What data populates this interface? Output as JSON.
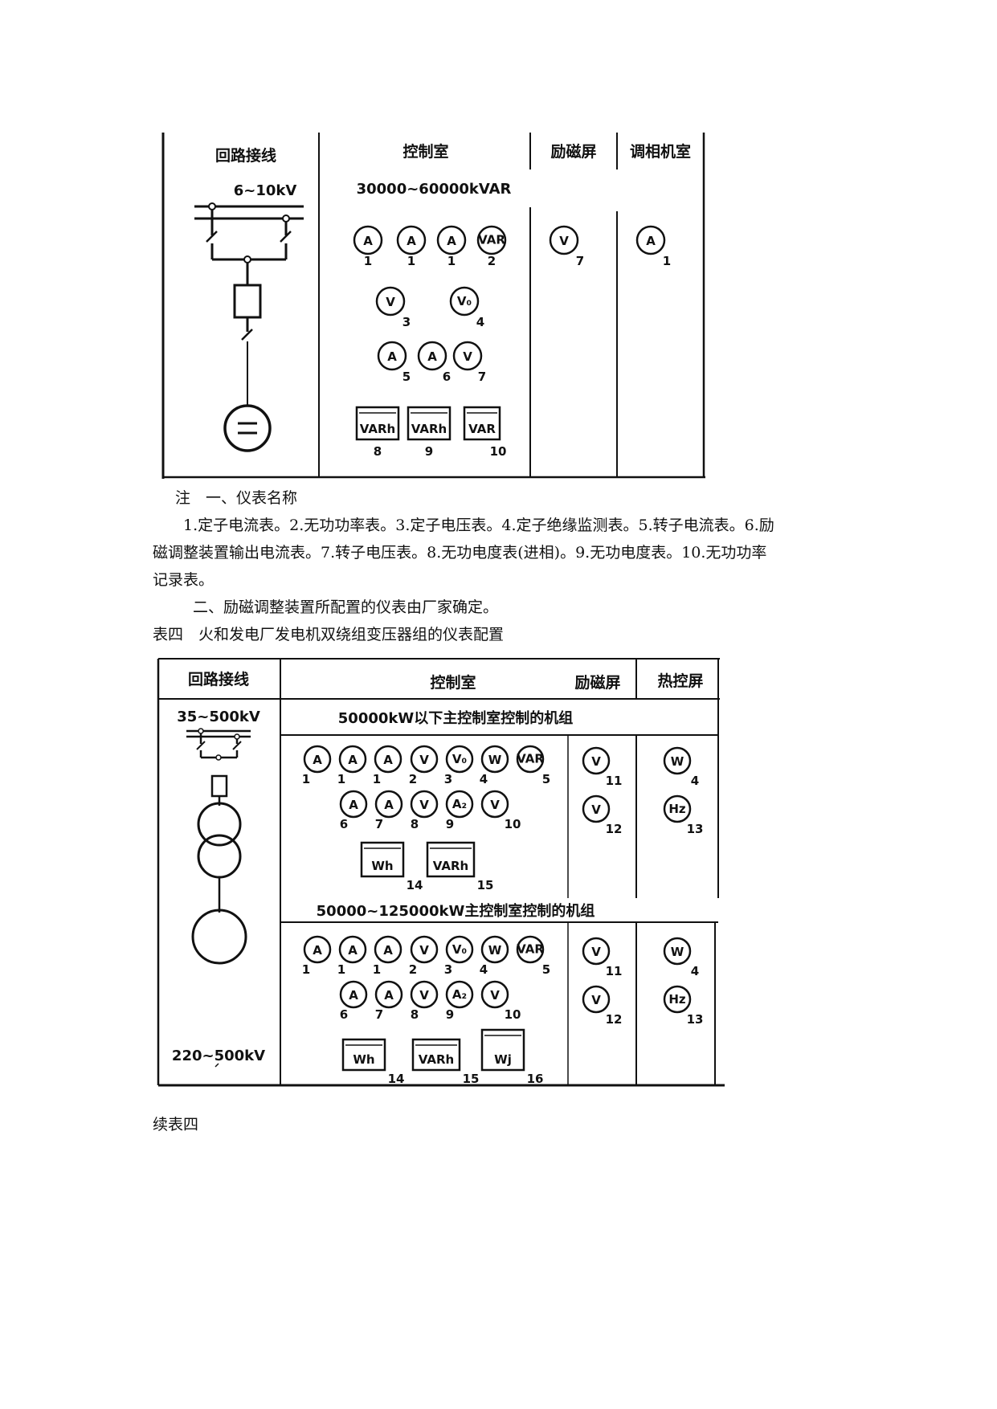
{
  "table3": {
    "headers": {
      "circuit": "回路接线",
      "control": "控制室",
      "excitation": "励磁屏",
      "condenser": "调相机室"
    },
    "voltage": "6~10kV",
    "capacity": "30000~60000kVAR",
    "meters": {
      "r1": [
        [
          "A",
          "1"
        ],
        [
          "A",
          "1"
        ],
        [
          "A",
          "1"
        ],
        [
          "VAR",
          "2"
        ]
      ],
      "r2": [
        [
          "V",
          "3"
        ],
        [
          "V₀",
          "4"
        ]
      ],
      "r3": [
        [
          "A",
          "5"
        ],
        [
          "A",
          "6"
        ],
        [
          "V",
          "7"
        ]
      ],
      "r4": [
        [
          "VARh",
          "8"
        ],
        [
          "VARh",
          "9"
        ],
        [
          "VAR",
          "10"
        ]
      ],
      "excitation": [
        [
          "V",
          "7"
        ]
      ],
      "condenser": [
        [
          "A",
          "1"
        ]
      ]
    }
  },
  "notes": {
    "title": "注　一、仪表名称",
    "line1": "1.定子电流表。2.无功功率表。3.定子电压表。4.定子绝缘监测表。5.转子电流表。6.励",
    "line2": "磁调整装置输出电流表。7.转子电压表。8.无功电度表(进相)。9.无功电度表。10.无功功率",
    "line3": "记录表。",
    "line4": "二、励磁调整装置所配置的仪表由厂家确定。"
  },
  "table4_caption": "表四　火和发电厂发电机双绕组变压器组的仪表配置",
  "table4": {
    "headers": {
      "circuit": "回路接线",
      "control": "控制室",
      "excitation": "励磁屏",
      "thermal": "热控屏"
    },
    "voltage_top": "35~500kV",
    "voltage_bottom": "220~500kV",
    "sec1": "50000kW以下主控制室控制的机组",
    "sec2": "50000~125000kW主控制室控制的机组",
    "s1": {
      "r1": [
        [
          "A",
          "1"
        ],
        [
          "A",
          "1"
        ],
        [
          "A",
          "1"
        ],
        [
          "V",
          "2"
        ],
        [
          "V₀",
          "3"
        ],
        [
          "W",
          "4"
        ],
        [
          "VAR",
          "5"
        ]
      ],
      "r2": [
        [
          "A",
          "6"
        ],
        [
          "A",
          "7"
        ],
        [
          "V",
          "8"
        ],
        [
          "A₂",
          "9"
        ],
        [
          "V",
          "10"
        ]
      ],
      "r3": [
        [
          "Wh",
          "14"
        ],
        [
          "VARh",
          "15"
        ]
      ],
      "exc": [
        [
          "V",
          "11"
        ],
        [
          "V",
          "12"
        ]
      ],
      "thermal": [
        [
          "W",
          "4"
        ],
        [
          "Hz",
          "13"
        ]
      ]
    },
    "s2": {
      "r1": [
        [
          "A",
          "1"
        ],
        [
          "A",
          "1"
        ],
        [
          "A",
          "1"
        ],
        [
          "V",
          "2"
        ],
        [
          "V₀",
          "3"
        ],
        [
          "W",
          "4"
        ],
        [
          "VAR",
          "5"
        ]
      ],
      "r2": [
        [
          "A",
          "6"
        ],
        [
          "A",
          "7"
        ],
        [
          "V",
          "8"
        ],
        [
          "A₂",
          "9"
        ],
        [
          "V",
          "10"
        ]
      ],
      "r3": [
        [
          "Wh",
          "14"
        ],
        [
          "VARh",
          "15"
        ],
        [
          "Wj",
          "16"
        ]
      ],
      "exc": [
        [
          "V",
          "11"
        ],
        [
          "V",
          "12"
        ]
      ],
      "thermal": [
        [
          "W",
          "4"
        ],
        [
          "Hz",
          "13"
        ]
      ]
    }
  },
  "continued": "续表四"
}
